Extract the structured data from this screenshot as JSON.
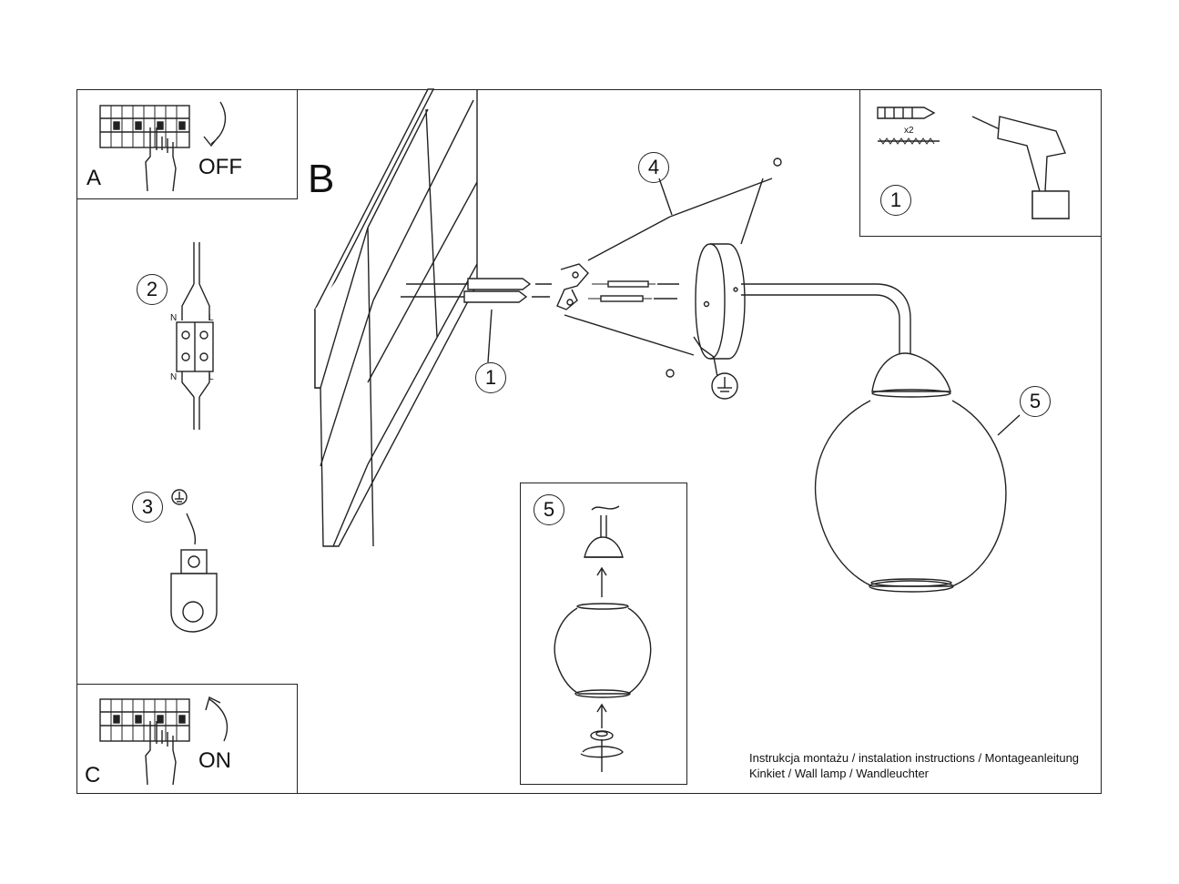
{
  "panels": {
    "a": {
      "letter": "A",
      "action": "OFF"
    },
    "c": {
      "letter": "C",
      "action": "ON"
    },
    "b": {
      "letter": "B"
    }
  },
  "steps": {
    "s1_tools": "1",
    "s1_anchor": "1",
    "s2": "2",
    "s3": "3",
    "s4": "4",
    "s5_main": "5",
    "s5_detail": "5"
  },
  "terminal_labels": {
    "n_top": "N",
    "l_top": "L",
    "n_bottom": "N",
    "l_bottom": "L"
  },
  "tools": {
    "multiplier": "x2"
  },
  "footer": {
    "line1": "Instrukcja montażu / instalation instructions / Montageanleitung",
    "line2": "Kinkiet / Wall lamp / Wandleuchter"
  },
  "colors": {
    "ink": "#222222",
    "paper": "#ffffff"
  }
}
